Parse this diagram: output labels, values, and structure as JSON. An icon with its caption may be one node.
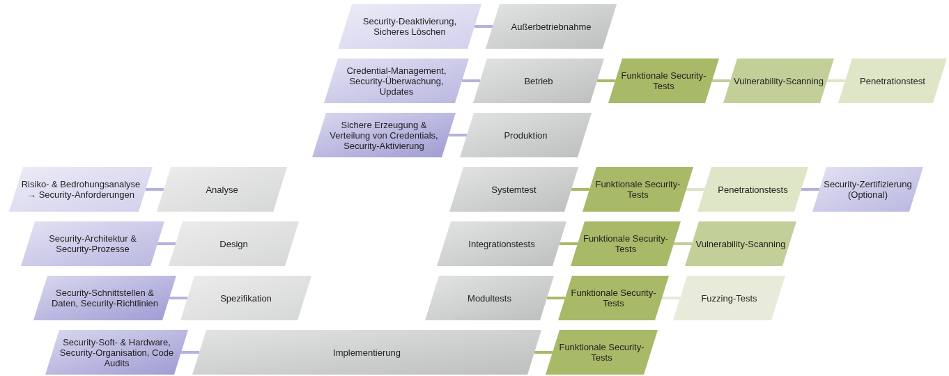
{
  "diagram": {
    "nodes": [
      {
        "text": [
          "Security-Deaktivierung, Sicheres Löschen"
        ]
      },
      {
        "text": [
          "Außerbetriebnahme"
        ]
      },
      {
        "text": [
          "Credential-Management, Security-Überwachung, Updates"
        ]
      },
      {
        "text": [
          "Betrieb"
        ]
      },
      {
        "text": [
          "Funktionale Security-Tests"
        ]
      },
      {
        "text": [
          "Vulnerability-Scanning"
        ]
      },
      {
        "text": [
          "Penetrationstest"
        ]
      },
      {
        "text": [
          "Sichere Erzeugung & Verteilung von Credentials, Security-Aktivierung"
        ]
      },
      {
        "text": [
          "Produktion"
        ]
      },
      {
        "text": [
          "Risiko- & Bedrohungsanalyse → Security-Anforderungen"
        ]
      },
      {
        "text": [
          "Analyse"
        ]
      },
      {
        "text": [
          "Systemtest"
        ]
      },
      {
        "text": [
          "Funktionale Security-Tests"
        ]
      },
      {
        "text": [
          "Penetrationstests"
        ]
      },
      {
        "text": [
          "Security-Zertifizierung (Optional)"
        ]
      },
      {
        "text": [
          "Security-Architektur & Security-Prozesse"
        ]
      },
      {
        "text": [
          "Design"
        ]
      },
      {
        "text": [
          "Integrationstests"
        ]
      },
      {
        "text": [
          "Funktionale Security-Tests"
        ]
      },
      {
        "text": [
          "Vulnerability-Scanning"
        ]
      },
      {
        "text": [
          "Security-Schnittstellen & Daten, Security-Richtlinien"
        ]
      },
      {
        "text": [
          "Spezifikation"
        ]
      },
      {
        "text": [
          "Modultests"
        ]
      },
      {
        "text": [
          "Funktionale Security-Tests"
        ]
      },
      {
        "text": [
          "Fuzzing-Tests"
        ]
      },
      {
        "text": [
          "Security-Soft- & Hardware, Security-Organisation, Code Audits"
        ]
      },
      {
        "text": [
          "Implementierung"
        ]
      },
      {
        "text": [
          "Funktionale Security-Tests"
        ]
      }
    ],
    "edges": [
      {
        "from": 0,
        "to": 1,
        "arrow": "none"
      },
      {
        "from": 2,
        "to": 3,
        "arrow": "none"
      },
      {
        "from": 3,
        "to": 4,
        "arrow": "none",
        "color": "#a9b96a"
      },
      {
        "from": 4,
        "to": 5,
        "arrow": "none",
        "color": "#c3cf98"
      },
      {
        "from": 5,
        "to": 6,
        "arrow": "none",
        "color": "#dfe5c7"
      },
      {
        "from": 7,
        "to": 8,
        "arrow": "none"
      },
      {
        "from": 9,
        "to": 10,
        "arrow": "none"
      },
      {
        "from": 11,
        "to": 12,
        "arrow": "none",
        "color": "#a9b96a"
      },
      {
        "from": 12,
        "to": 13,
        "arrow": "none",
        "color": "#dfe5c7"
      },
      {
        "from": 13,
        "to": 14,
        "arrow": "none"
      },
      {
        "from": 15,
        "to": 16,
        "arrow": "none"
      },
      {
        "from": 17,
        "to": 18,
        "arrow": "none",
        "color": "#a9b96a"
      },
      {
        "from": 18,
        "to": 19,
        "arrow": "none",
        "color": "#c3cf98"
      },
      {
        "from": 20,
        "to": 21,
        "arrow": "none"
      },
      {
        "from": 22,
        "to": 23,
        "arrow": "none",
        "color": "#a9b96a"
      },
      {
        "from": 23,
        "to": 24,
        "arrow": "none",
        "color": "#e6ead8"
      },
      {
        "from": 25,
        "to": 26,
        "arrow": "none"
      },
      {
        "from": 26,
        "to": 27,
        "arrow": "none",
        "color": "#a9b96a"
      }
    ]
  }
}
